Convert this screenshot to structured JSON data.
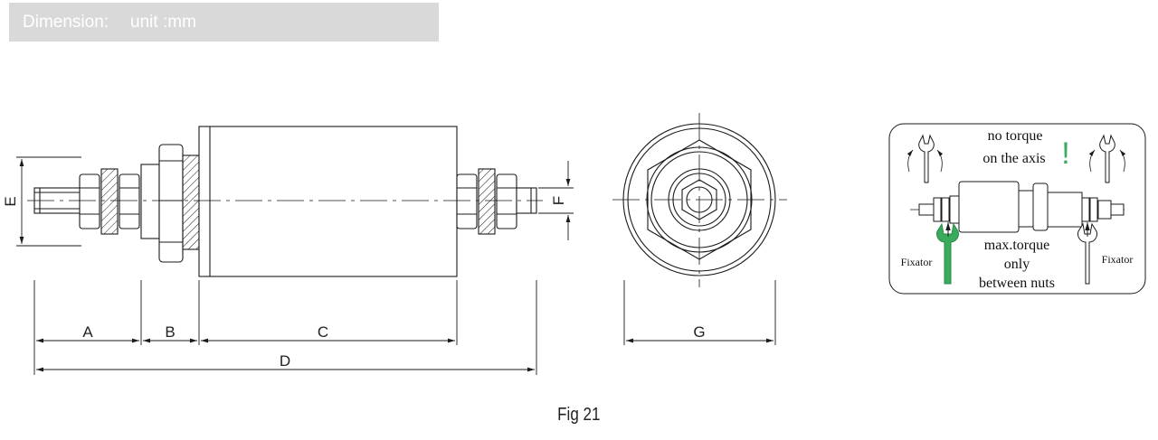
{
  "header": {
    "label": "Dimension:",
    "unit": "unit :mm"
  },
  "dimensions": {
    "A": "A",
    "B": "B",
    "C": "C",
    "D": "D",
    "E": "E",
    "F": "F",
    "G": "G"
  },
  "instructions": {
    "no_torque_line1": "no torque",
    "no_torque_line2": "on the axis",
    "exclamation": "!",
    "max_torque_line1": "max.torque",
    "max_torque_line2": "only",
    "max_torque_line3": "between nuts",
    "fixator_left": "Fixator",
    "fixator_right": "Fixator"
  },
  "caption": "Fig 21",
  "colors": {
    "banner_bg": "#d9d9d9",
    "banner_text": "#ffffff",
    "accent_green": "#3aaa5c",
    "line": "#1a1a1a"
  }
}
